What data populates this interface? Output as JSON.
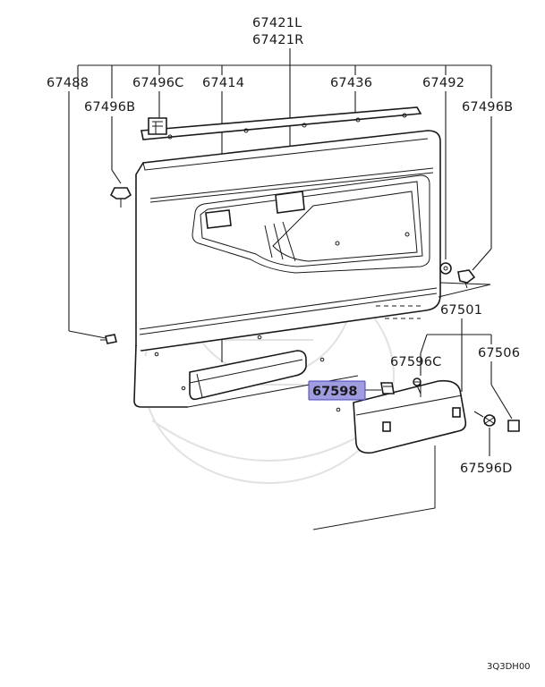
{
  "callouts": {
    "panel_assy_l": "67421L",
    "panel_assy_r": "67421R",
    "p67488": "67488",
    "p67496c_top": "67496C",
    "p67414": "67414",
    "p67436": "67436",
    "p67492": "67492",
    "p67496b_left": "67496B",
    "p67496b_right": "67496B",
    "p67501": "67501",
    "p67596c": "67596C",
    "p67506": "67506",
    "p67598": "67598",
    "p67596d": "67596D"
  },
  "highlight": {
    "part": "67598",
    "fill": "#9f9ce0",
    "border": "#4b46b8"
  },
  "illustration_code": "3Q3DH00"
}
